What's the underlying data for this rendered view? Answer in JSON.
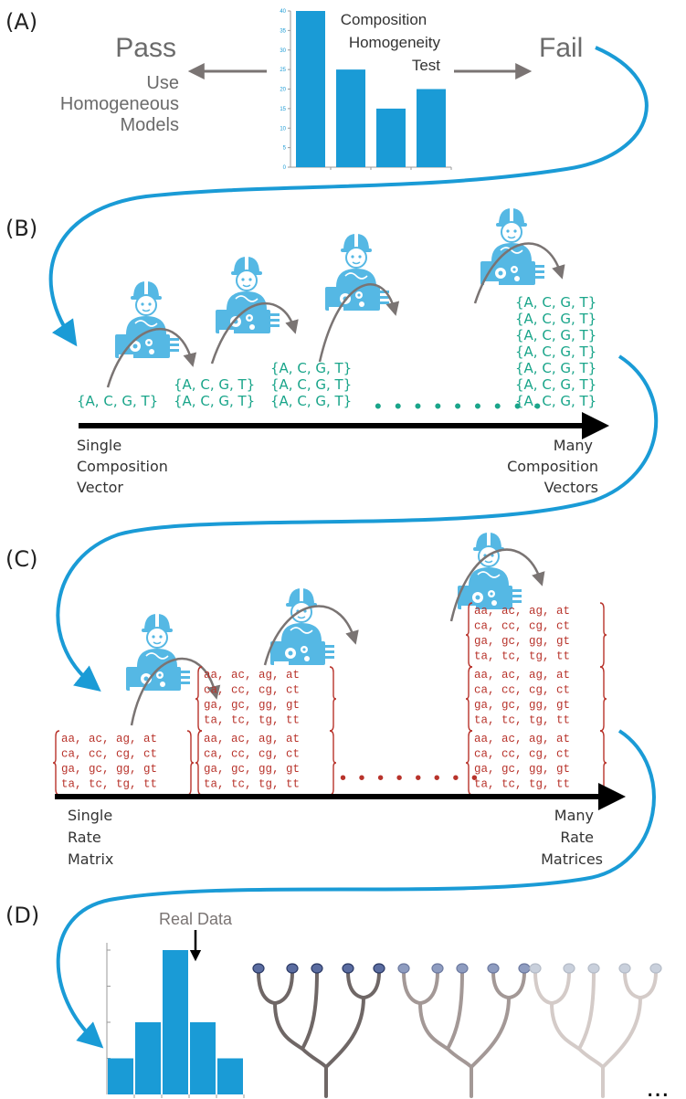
{
  "colors": {
    "blue": "#1a9bd6",
    "teal": "#1aa58a",
    "red": "#b8332b",
    "grey": "#7a7473",
    "worker": "#55b8e4"
  },
  "panel_a": {
    "label": "(A)",
    "pass": "Pass",
    "pass_sub": [
      "Use",
      "Homogeneous",
      "Models"
    ],
    "test_title": [
      "Composition",
      "Homogeneity",
      "Test"
    ],
    "fail": "Fail",
    "chart_data": {
      "type": "bar",
      "categories": [
        "",
        "",
        "",
        ""
      ],
      "values": [
        40,
        25,
        15,
        20
      ],
      "ylim": [
        0,
        40
      ],
      "yticks": [
        "0",
        "5",
        "10",
        "15",
        "20",
        "25",
        "30",
        "35",
        "40"
      ]
    }
  },
  "panel_b": {
    "label": "(B)",
    "set_text": "{A, C, G, T}",
    "dots": "• • • • • • • • •",
    "left_axis": [
      "Single",
      "Composition",
      "Vector"
    ],
    "right_axis": [
      "Many",
      "Composition",
      "Vectors"
    ],
    "stacks": [
      1,
      2,
      3,
      7
    ]
  },
  "panel_c": {
    "label": "(C)",
    "matrix_rows": [
      "aa, ac, ag, at",
      "ca, cc, cg, ct",
      "ga, gc, gg, gt",
      "ta, tc, tg, tt"
    ],
    "dots": "• • • • • • • •",
    "left_axis": [
      "Single",
      "Rate",
      "Matrix"
    ],
    "right_axis": [
      "Many",
      "Rate",
      "Matrices"
    ],
    "stacks": [
      1,
      2,
      3
    ]
  },
  "panel_d": {
    "label": "(D)",
    "real_data": "Real Data",
    "ellipsis": "...",
    "chart_data": {
      "type": "bar",
      "categories": [
        "",
        "",
        "",
        "",
        ""
      ],
      "values": [
        1,
        2,
        4,
        2,
        1
      ],
      "ylim": [
        0,
        4
      ]
    }
  }
}
